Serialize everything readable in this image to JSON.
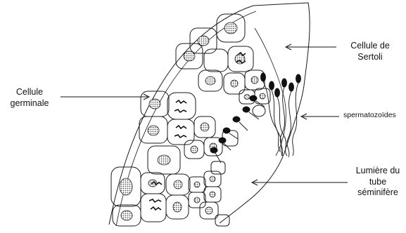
{
  "labels": {
    "sertoli": {
      "line1": "Cellule de",
      "line2": "Sertoli"
    },
    "germinale": {
      "line1": "Cellule",
      "line2": "germinale"
    },
    "spermatozoides": "spermatozoïdes",
    "lumiere": {
      "line1": "Lumière du",
      "line2": "tube",
      "line3": "séminifère"
    }
  },
  "colors": {
    "stroke": "#1a1a1a",
    "nucleus_fill": "#bdbdbd",
    "sperm_head": "#111111"
  }
}
